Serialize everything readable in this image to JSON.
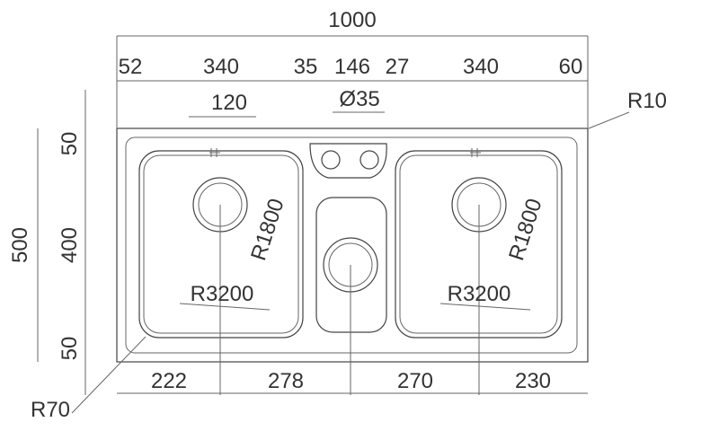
{
  "drawing": {
    "overall_width": "1000",
    "top_dims": [
      "52",
      "340",
      "35",
      "146",
      "27",
      "340",
      "60"
    ],
    "hole_dia": "Ø35",
    "offset_120": "120",
    "corner_r10": "R10",
    "left_dims": {
      "total": "500",
      "top": "50",
      "mid": "400",
      "bottom": "50"
    },
    "radius_1800_left": "R1800",
    "radius_1800_right": "R1800",
    "radius_3200_left": "R3200",
    "radius_3200_right": "R3200",
    "bottom_dims": [
      "222",
      "278",
      "270",
      "230"
    ],
    "corner_r70": "R70"
  }
}
